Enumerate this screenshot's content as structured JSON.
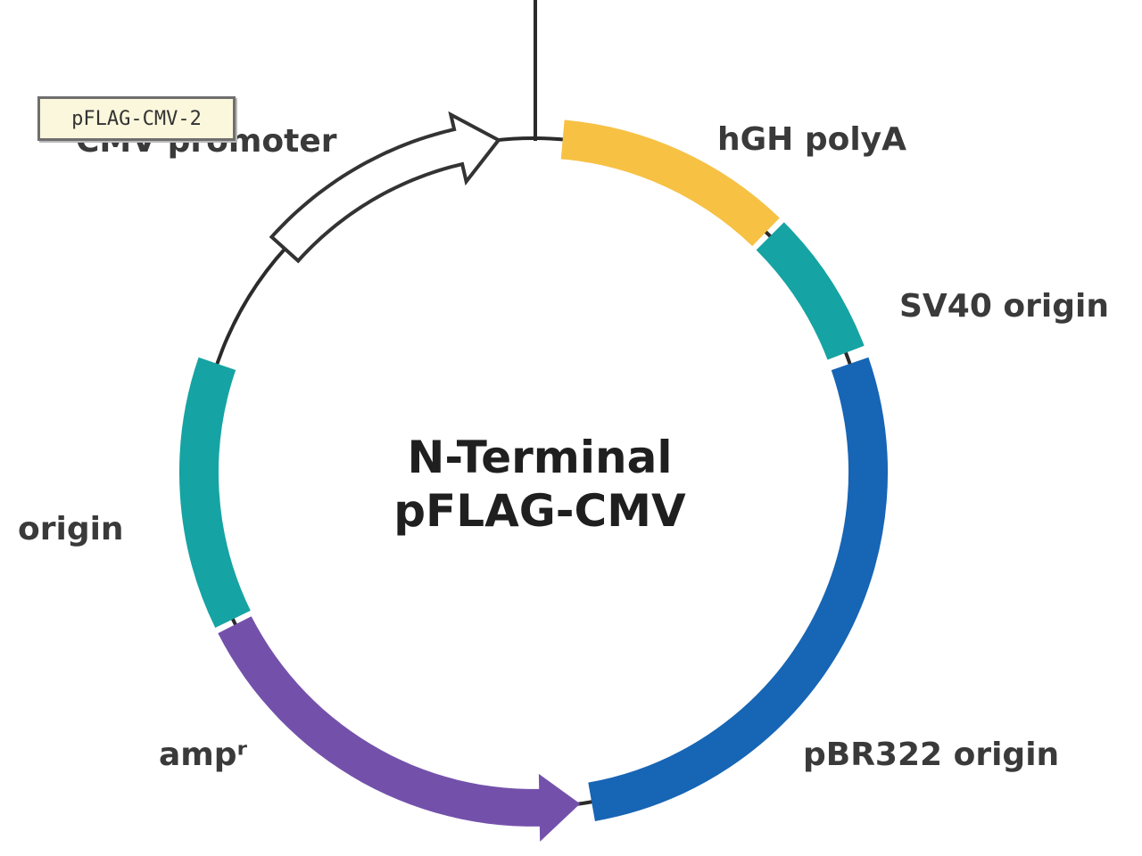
{
  "map": {
    "title_line1": "N-Terminal",
    "title_line2": "pFLAG-CMV"
  },
  "features": [
    {
      "id": "promoter",
      "label": "CMV promoter",
      "color": "#ffffff",
      "outline": "#333333"
    },
    {
      "id": "hgh",
      "label": "hGH polyA",
      "color": "#f7c144"
    },
    {
      "id": "sv40",
      "label": "SV40 origin",
      "color": "#16a3a3"
    },
    {
      "id": "pbr322",
      "label": "pBR322 origin",
      "color": "#1765b5"
    },
    {
      "id": "amp",
      "label": "ampʳ",
      "color": "#7351ab"
    },
    {
      "id": "f1",
      "label": "origin",
      "color": "#16a3a3"
    }
  ],
  "tooltip": {
    "text": "pFLAG-CMV-2"
  }
}
